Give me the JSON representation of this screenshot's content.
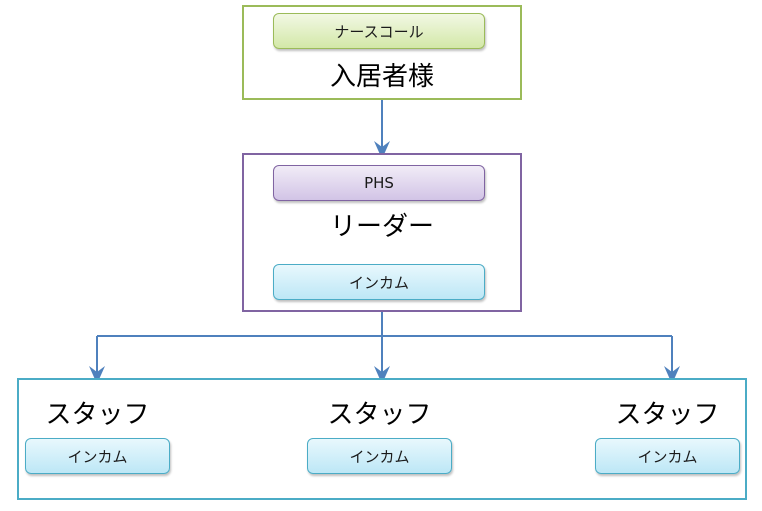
{
  "colors": {
    "green": "#9bbb59",
    "purple": "#8064a2",
    "cyan": "#4bacc6",
    "connector": "#4f81bd"
  },
  "resident": {
    "device": "ナースコール",
    "role": "入居者様"
  },
  "leader": {
    "device_top": "PHS",
    "role": "リーダー",
    "device_bottom": "インカム"
  },
  "staff": [
    {
      "role": "スタッフ",
      "device": "インカム"
    },
    {
      "role": "スタッフ",
      "device": "インカム"
    },
    {
      "role": "スタッフ",
      "device": "インカム"
    }
  ]
}
